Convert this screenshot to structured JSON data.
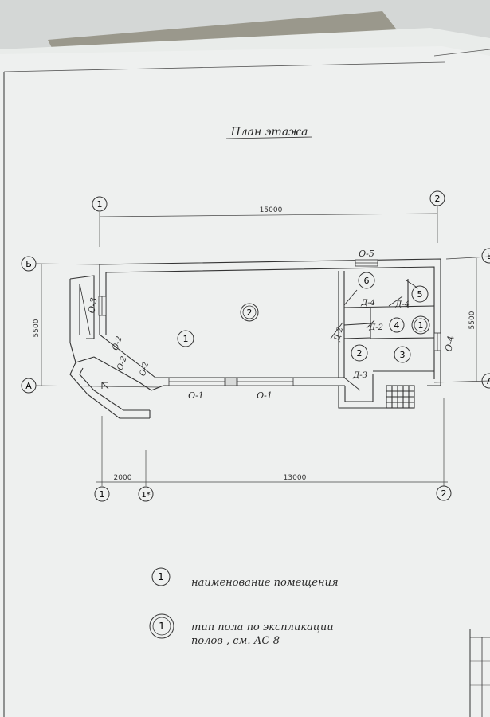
{
  "title": "План этажа",
  "grid_axes": {
    "top_left": "1",
    "top_right": "2",
    "bottom_left": "1",
    "bottom_mid": "1*",
    "bottom_right": "2",
    "left_top": "Б",
    "left_bottom": "А",
    "right_top": "Б",
    "right_bottom": "А"
  },
  "dimensions": {
    "top_span": "15000",
    "bottom_left_span": "2000",
    "bottom_right_span": "13000",
    "left_height": "5500",
    "right_height": "5500"
  },
  "openings": {
    "window_top": "О-5",
    "window_left": "О-3",
    "window_right": "О-4",
    "window_bottom_1": "О-1",
    "window_bottom_2": "О-1",
    "window_angled_1": "О-2",
    "window_angled_2": "О-2",
    "window_angled_3": "О-2",
    "door_1": "Д-4",
    "door_2": "Д-4",
    "door_3": "Д-2",
    "door_4": "Д-2",
    "door_5": "Д-3"
  },
  "rooms": {
    "main_room": "1",
    "main_floor": "2",
    "room_6": "6",
    "room_5": "5",
    "room_4": "4",
    "room_4_floor": "1",
    "room_2": "2",
    "room_3": "3"
  },
  "legend": {
    "room_marker": "1",
    "room_text": "наименование помещения",
    "floor_marker": "1",
    "floor_text_line1": "тип пола по экспликации",
    "floor_text_line2": "полов , см. АС-8"
  }
}
